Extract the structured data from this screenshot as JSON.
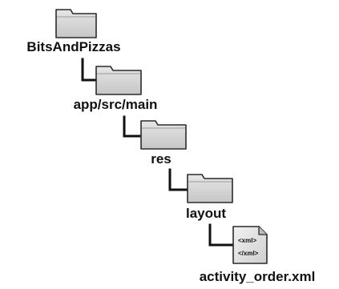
{
  "tree": {
    "root": {
      "label": "BitsAndPizzas",
      "icon": "folder-icon"
    },
    "level_1": {
      "label": "app/src/main",
      "icon": "folder-icon"
    },
    "level_2": {
      "label": "res",
      "icon": "folder-icon"
    },
    "level_3": {
      "label": "layout",
      "icon": "folder-icon"
    },
    "file": {
      "label": "activity_order.xml",
      "icon": "xml-file-icon",
      "tag_open": "<xml>",
      "tag_close": "</xml>"
    }
  },
  "colors": {
    "folder_fill": "#d5d5d5",
    "folder_stroke": "#2b2b2b",
    "connector": "#111111",
    "text": "#111111"
  }
}
